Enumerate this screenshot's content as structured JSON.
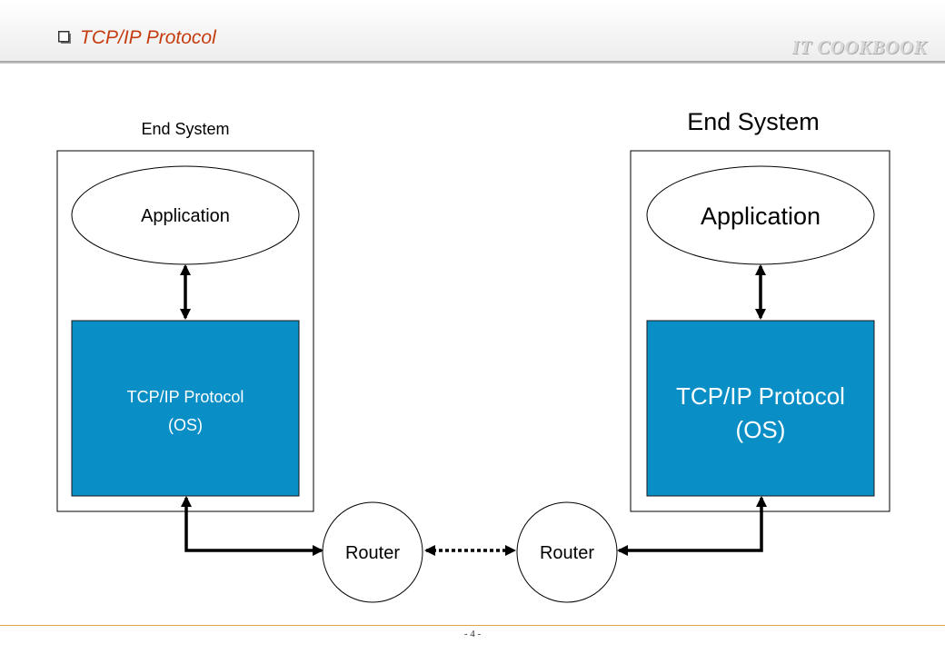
{
  "header": {
    "title": "TCP/IP Protocol",
    "brand": "IT COOKBOOK",
    "bullet_icon": "checkbox-bullet",
    "title_color": "#c43c0f"
  },
  "diagram": {
    "left_system": {
      "label": "End System",
      "application": "Application",
      "protocol_line1": "TCP/IP Protocol",
      "protocol_line2": "(OS)"
    },
    "right_system": {
      "label": "End System",
      "application": "Application",
      "protocol_line1": "TCP/IP Protocol",
      "protocol_line2": "(OS)"
    },
    "routers": [
      "Router",
      "Router"
    ],
    "protocol_color": "#0a8ec6"
  },
  "footer": {
    "page": "- 4 -"
  }
}
